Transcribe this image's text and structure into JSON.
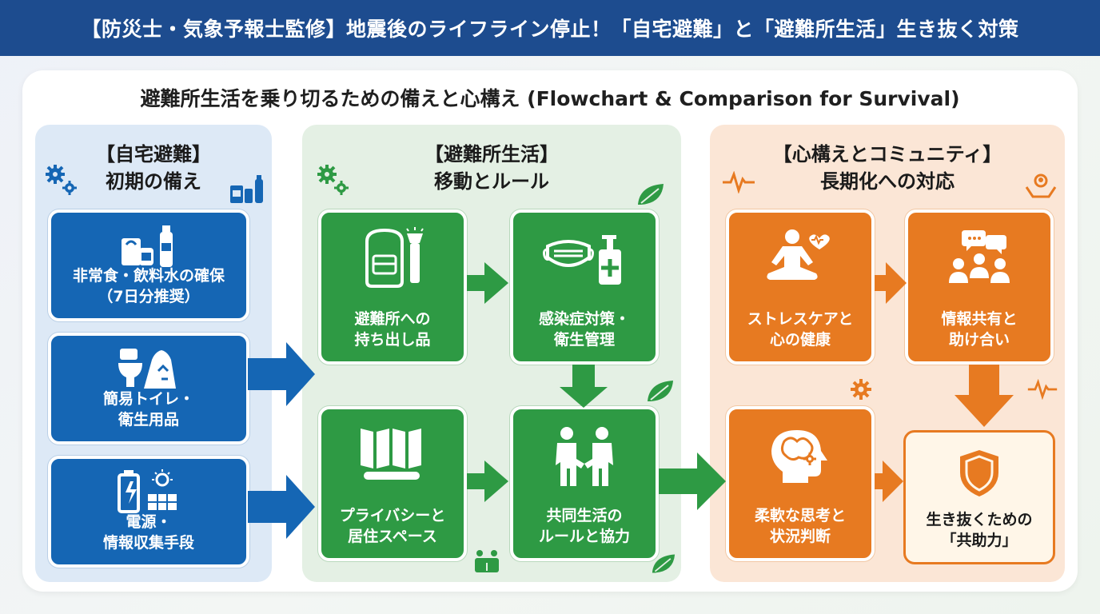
{
  "header": {
    "title": "【防災士・気象予報士監修】地震後のライフライン停止！「自宅避難」と「避難所生活」生き抜く対策"
  },
  "subtitle": "避難所生活を乗り切るための備えと心構え (Flowchart & Comparison for Survival)",
  "panels": {
    "home": {
      "title_line1": "【自宅避難】",
      "title_line2": "初期の備え",
      "items": [
        {
          "line1": "非常食・飲料水の確保",
          "line2": "（7日分推奨）",
          "icon": "food-water-icon"
        },
        {
          "line1": "簡易トイレ・",
          "line2": "衛生用品",
          "icon": "toilet-icon"
        },
        {
          "line1": "電源・",
          "line2": "情報収集手段",
          "icon": "battery-solar-icon"
        }
      ]
    },
    "shelter": {
      "title_line1": "【避難所生活】",
      "title_line2": "移動とルール",
      "items": [
        {
          "line1": "避難所への",
          "line2": "持ち出し品",
          "icon": "backpack-icon"
        },
        {
          "line1": "感染症対策・",
          "line2": "衛生管理",
          "icon": "mask-sanitizer-icon"
        },
        {
          "line1": "プライバシーと",
          "line2": "居住スペース",
          "icon": "partition-icon"
        },
        {
          "line1": "共同生活の",
          "line2": "ルールと協力",
          "icon": "handshake-icon"
        }
      ]
    },
    "mindset": {
      "title_line1": "【心構えとコミュニティ】",
      "title_line2": "長期化への対応",
      "items": [
        {
          "line1": "ストレスケアと",
          "line2": "心の健康",
          "icon": "meditation-icon"
        },
        {
          "line1": "情報共有と",
          "line2": "助け合い",
          "icon": "community-chat-icon"
        },
        {
          "line1": "柔軟な思考と",
          "line2": "状況判断",
          "icon": "brain-gear-icon"
        },
        {
          "line1": "生き抜くための",
          "line2": "「共助力」",
          "icon": "shield-icon"
        }
      ]
    }
  },
  "colors": {
    "header": "#1d4c8f",
    "blue": "#1566b4",
    "green": "#2e9a44",
    "orange": "#e77a21"
  }
}
